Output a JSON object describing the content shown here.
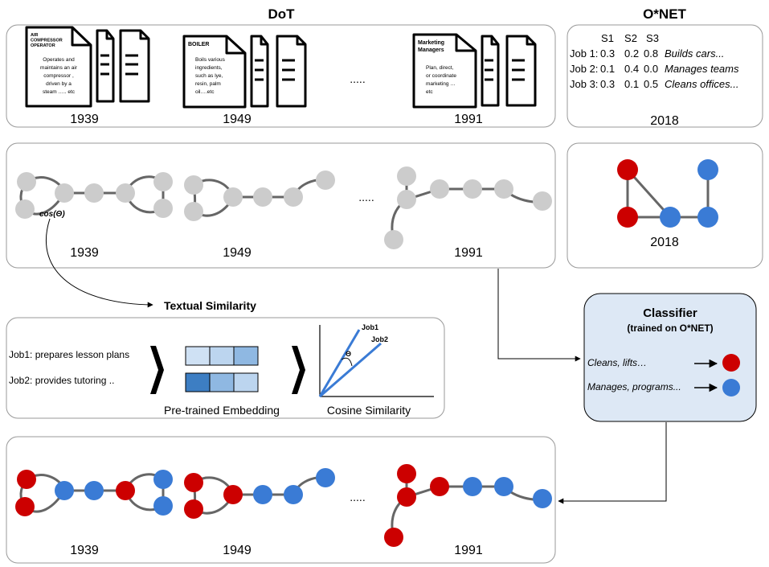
{
  "headers": {
    "dot": "DoT",
    "onet": "O*NET"
  },
  "docs": [
    {
      "title": "AIR COMPRESSOR OPERATOR",
      "title_lines": [
        "AIR",
        "COMPRESSOR",
        "OPERATOR"
      ],
      "body_lines": [
        "Operates and",
        "maintains an air",
        "compressor ,",
        "driven by a",
        "steam ….. etc"
      ],
      "year": "1939"
    },
    {
      "title": "BOILER",
      "title_lines": [
        "BOILER"
      ],
      "body_lines": [
        "Boils various",
        "ingredients,",
        "such as lye,",
        "resin, palm",
        "oil….etc"
      ],
      "year": "1949"
    },
    {
      "title": "Marketing Managers",
      "title_lines": [
        "Marketing",
        "Managers"
      ],
      "body_lines": [
        "Plan, direct,",
        "or coordinate",
        "marketing …",
        "etc"
      ],
      "year": "1991"
    }
  ],
  "ellipsis": ".....",
  "onet_table": {
    "columns": [
      "S1",
      "S2",
      "S3"
    ],
    "rows": [
      {
        "label": "Job 1:",
        "values": [
          "0.3",
          "0.2",
          "0.8"
        ],
        "desc": "Builds cars..."
      },
      {
        "label": "Job 2:",
        "values": [
          "0.1",
          "0.4",
          "0.0"
        ],
        "desc": "Manages teams"
      },
      {
        "label": "Job 3:",
        "values": [
          "0.3",
          "0.1",
          "0.5"
        ],
        "desc": "Cleans offices..."
      }
    ],
    "year": "2018"
  },
  "graph_years": [
    "1939",
    "1949",
    "1991"
  ],
  "onet_graph_year": "2018",
  "cos_label": "cos(Θ)",
  "textual_similarity": {
    "title": "Textual Similarity",
    "jobs": [
      "Job1: prepares lesson plans",
      "Job2: provides tutoring .."
    ],
    "embedding_label": "Pre-trained Embedding",
    "cosine_label": "Cosine Similarity",
    "vector_labels": [
      "Job1",
      "Job2"
    ],
    "theta": "Θ"
  },
  "classifier": {
    "title": "Classifier",
    "subtitle": "(trained on O*NET)",
    "items": [
      "Cleans, lifts…",
      "Manages, programs..."
    ]
  },
  "colors": {
    "red": "#cc0000",
    "blue": "#3a7bd5",
    "gray_node": "#cccccc",
    "edge": "#666666",
    "panel_border": "#999999",
    "classifier_fill": "#dde8f5",
    "emb_light": "#cfe1f4",
    "emb_mid": "#8fb8e2",
    "emb_dark": "#3d7ec3"
  }
}
